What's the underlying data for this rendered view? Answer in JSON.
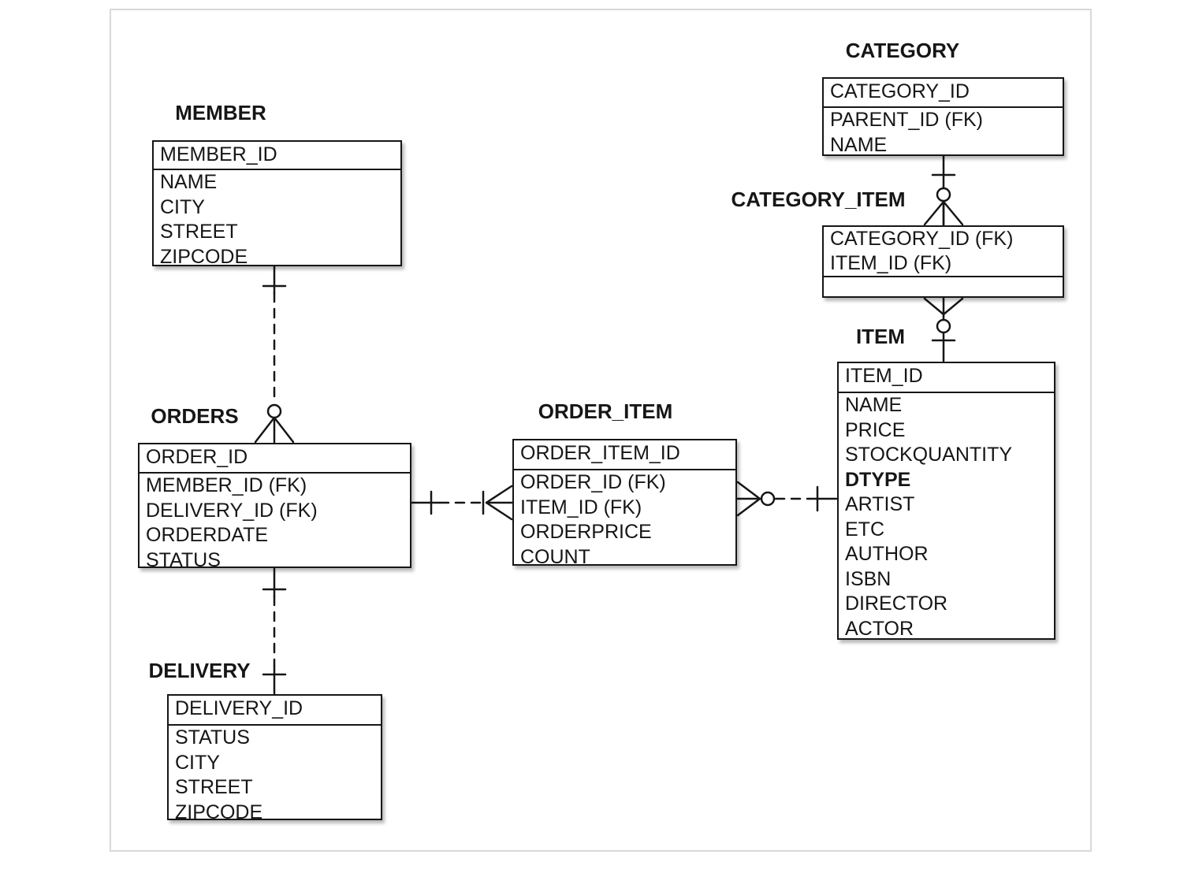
{
  "diagram": {
    "type": "entity-relationship",
    "notation": "crow's foot (IE)",
    "colors": {
      "line": "#161616",
      "box_background": "#ffffff",
      "frame_border": "#d9d9d9",
      "page_background": "#ffffff"
    },
    "entities": {
      "member": {
        "title": "MEMBER",
        "pk": [
          "MEMBER_ID"
        ],
        "attributes": [
          "NAME",
          "CITY",
          "STREET",
          "ZIPCODE"
        ]
      },
      "orders": {
        "title": "ORDERS",
        "pk": [
          "ORDER_ID"
        ],
        "attributes": [
          "MEMBER_ID (FK)",
          "DELIVERY_ID (FK)",
          "ORDERDATE",
          "STATUS"
        ]
      },
      "order_item": {
        "title": "ORDER_ITEM",
        "pk": [
          "ORDER_ITEM_ID"
        ],
        "attributes": [
          "ORDER_ID (FK)",
          "ITEM_ID (FK)",
          "ORDERPRICE",
          "COUNT"
        ]
      },
      "item": {
        "title": "ITEM",
        "pk": [
          "ITEM_ID"
        ],
        "attributes": [
          "NAME",
          "PRICE",
          "STOCKQUANTITY",
          "DTYPE",
          "ARTIST",
          "ETC",
          "AUTHOR",
          "ISBN",
          "DIRECTOR",
          "ACTOR"
        ],
        "bold_attribute": "DTYPE"
      },
      "category": {
        "title": "CATEGORY",
        "pk": [
          "CATEGORY_ID"
        ],
        "attributes": [
          "PARENT_ID (FK)",
          "NAME"
        ]
      },
      "category_item": {
        "title": "CATEGORY_ITEM",
        "pk": [
          "CATEGORY_ID (FK)",
          "ITEM_ID (FK)"
        ],
        "attributes": []
      },
      "delivery": {
        "title": "DELIVERY",
        "pk": [
          "DELIVERY_ID"
        ],
        "attributes": [
          "STATUS",
          "CITY",
          "STREET",
          "ZIPCODE"
        ]
      }
    },
    "relationships": [
      {
        "from": "MEMBER",
        "to": "ORDERS",
        "line_style": "dashed",
        "from_cardinality": "one",
        "to_cardinality": "zero-or-many"
      },
      {
        "from": "ORDERS",
        "to": "DELIVERY",
        "line_style": "dashed",
        "from_cardinality": "one",
        "to_cardinality": "one"
      },
      {
        "from": "ORDERS",
        "to": "ORDER_ITEM",
        "line_style": "dashed",
        "from_cardinality": "one",
        "to_cardinality": "one-or-many"
      },
      {
        "from": "ORDER_ITEM",
        "to": "ITEM",
        "line_style": "dashed",
        "from_cardinality": "zero-or-many",
        "to_cardinality": "one"
      },
      {
        "from": "CATEGORY",
        "to": "CATEGORY_ITEM",
        "line_style": "solid",
        "from_cardinality": "one",
        "to_cardinality": "zero-or-many"
      },
      {
        "from": "CATEGORY_ITEM",
        "to": "ITEM",
        "line_style": "solid",
        "from_cardinality": "zero-or-many",
        "to_cardinality": "one"
      }
    ]
  }
}
